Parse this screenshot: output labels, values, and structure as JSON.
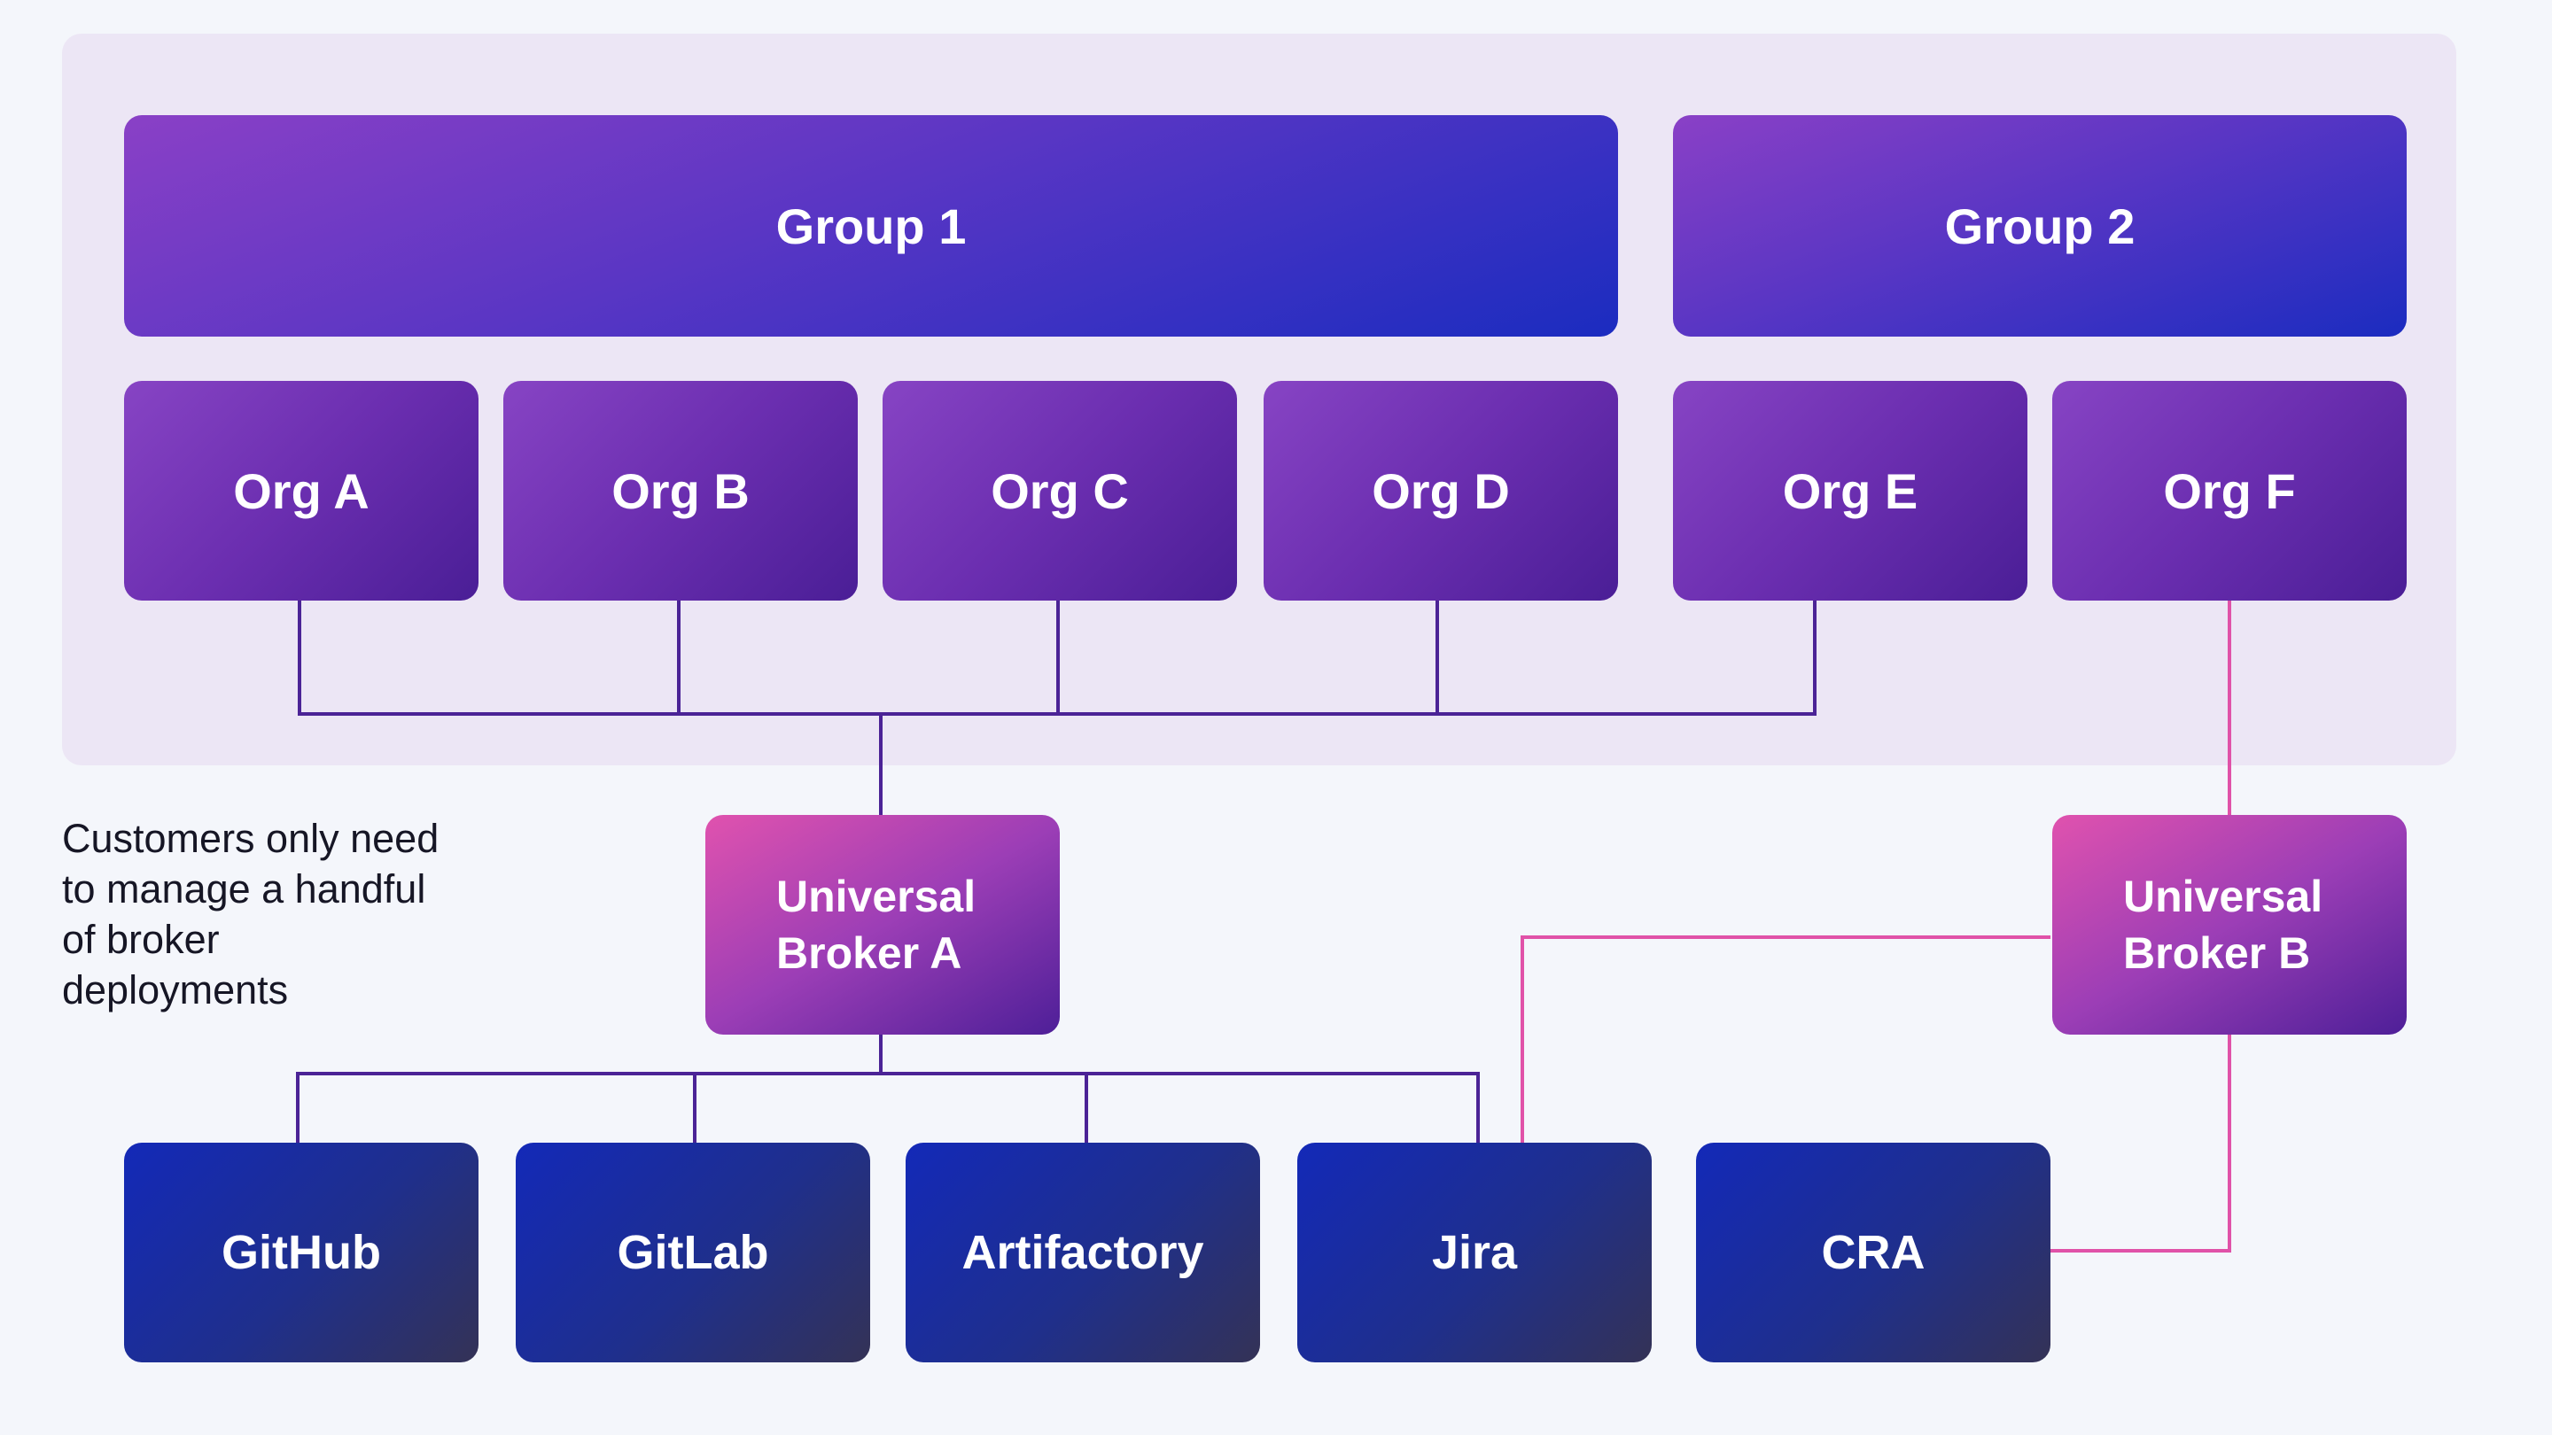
{
  "groups": [
    {
      "label": "Group 1"
    },
    {
      "label": "Group 2"
    }
  ],
  "orgs": [
    {
      "label": "Org A"
    },
    {
      "label": "Org B"
    },
    {
      "label": "Org C"
    },
    {
      "label": "Org D"
    },
    {
      "label": "Org E"
    },
    {
      "label": "Org F"
    }
  ],
  "brokers": [
    {
      "label": "Universal Broker A"
    },
    {
      "label": "Universal Broker B"
    }
  ],
  "tools": [
    {
      "label": "GitHub"
    },
    {
      "label": "GitLab"
    },
    {
      "label": "Artifactory"
    },
    {
      "label": "Jira"
    },
    {
      "label": "CRA"
    }
  ],
  "caption": "Customers only need to manage a handful of broker deployments",
  "colors": {
    "background": "#f4f6fb",
    "panel": "#ece6f5",
    "broker_a_connector": "#4b2396",
    "broker_b_connector": "#e052a8",
    "caption_text": "#161625"
  }
}
